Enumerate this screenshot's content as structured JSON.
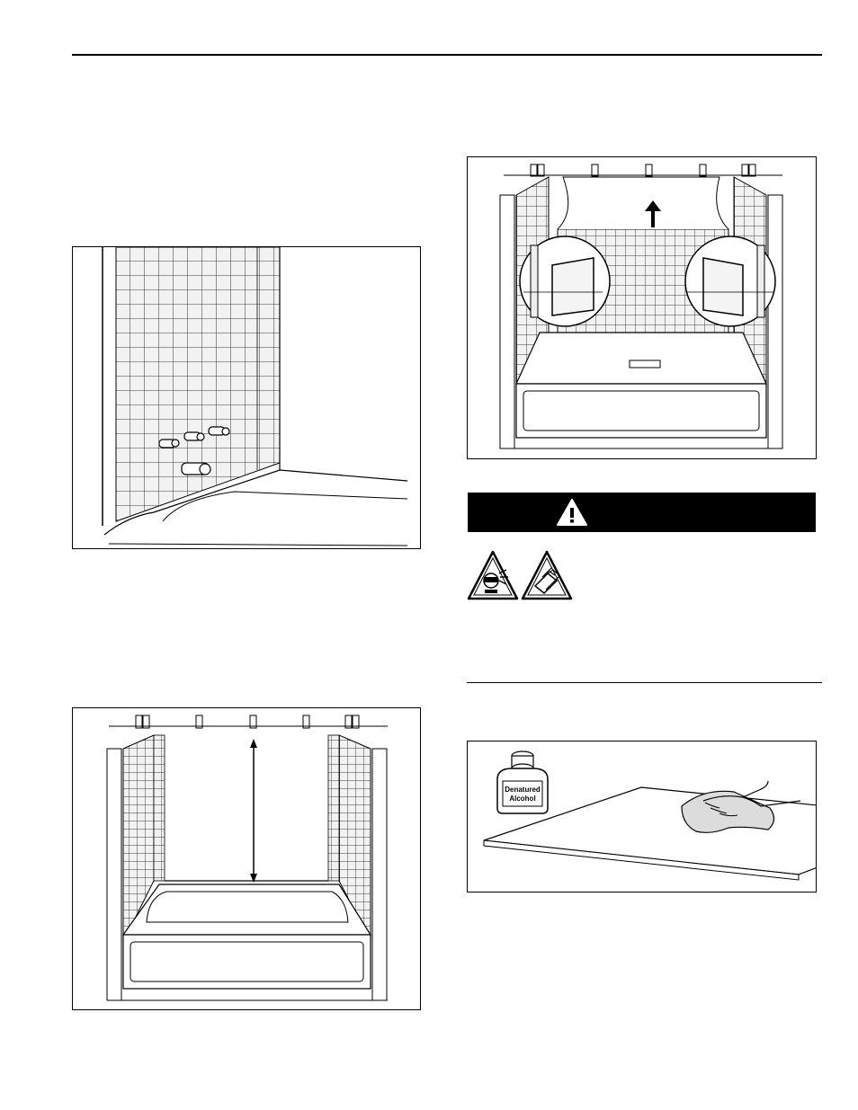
{
  "figures": {
    "wall_valves": {
      "subject": "tiled wall with valve stems above tub"
    },
    "measure_height": {
      "subject": "tub alcove with measurement arrow"
    },
    "lift_panel": {
      "subject": "back wall panel being lifted with detail circles"
    },
    "clean_panel": {
      "subject": "wiping panel surface with cloth",
      "label_line1": "Denatured",
      "label_line2": "Alcohol"
    }
  },
  "warning": {
    "icon": "warning-triangle-icon",
    "label": ""
  },
  "hazard_icons": [
    "eye-protection-hazard-icon",
    "sharp-edges-hazard-icon"
  ],
  "colors": {
    "ink": "#000000",
    "paper": "#ffffff",
    "tile": "#e9e9e9",
    "cloth": "#dcdcdc"
  }
}
